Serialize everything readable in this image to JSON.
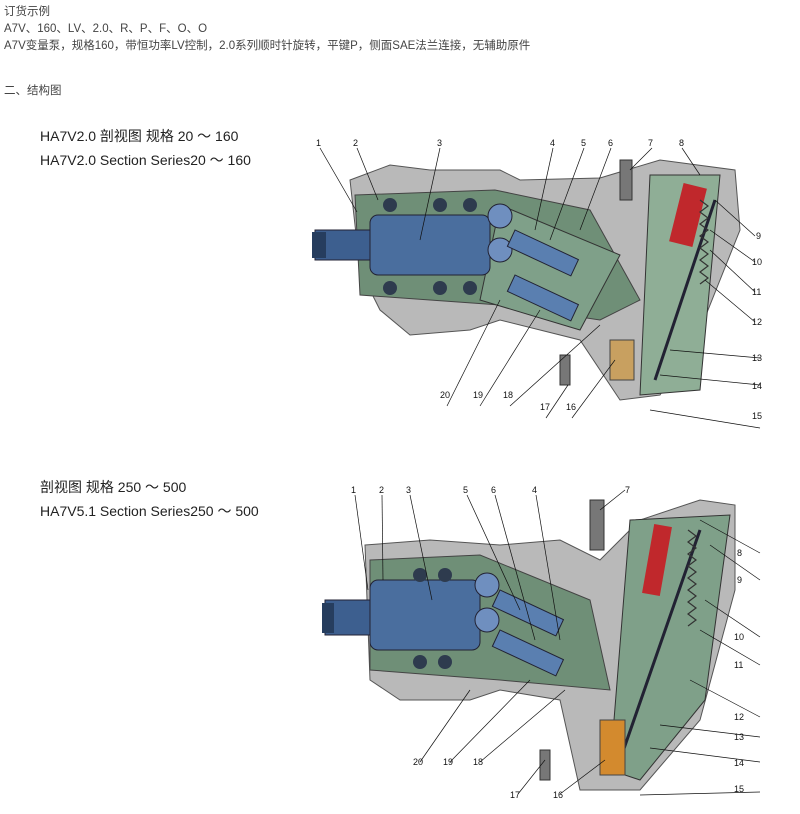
{
  "order_example": {
    "heading": "订货示例",
    "code": "A7V、160、LV、2.0、R、P、F、O、O",
    "description": "A7V变量泵，规格160，带恒功率LV控制，2.0系列顺时针旋转，平键P，侧面SAE法兰连接，无辅助原件"
  },
  "section_heading": "二、结构图",
  "figure1": {
    "title_cn": "HA7V2.0  剖视图  规格 20 ～ 160",
    "title_en": "HA7V2.0  Section  Series20 ～ 160",
    "callouts": [
      "1",
      "2",
      "3",
      "4",
      "5",
      "6",
      "7",
      "8",
      "9",
      "10",
      "11",
      "12",
      "13",
      "14",
      "15",
      "16",
      "17",
      "18",
      "19",
      "20"
    ]
  },
  "figure2": {
    "title_cn": "剖视图  规格 250 ～ 500",
    "title_en": "HA7V5.1  Section  Series250 ～ 500",
    "callouts": [
      "1",
      "2",
      "3",
      "5",
      "6",
      "4",
      "7",
      "8",
      "9",
      "10",
      "11",
      "12",
      "13",
      "14",
      "15",
      "16",
      "17",
      "18",
      "19",
      "20"
    ]
  },
  "colors": {
    "housing": "#6f8f77",
    "housing_light": "#a9c3ad",
    "shaft_blue": "#3d5f8f",
    "spring_gold": "#c8a060",
    "red_part": "#c0282c",
    "casing_grey": "#b8b8b8"
  }
}
